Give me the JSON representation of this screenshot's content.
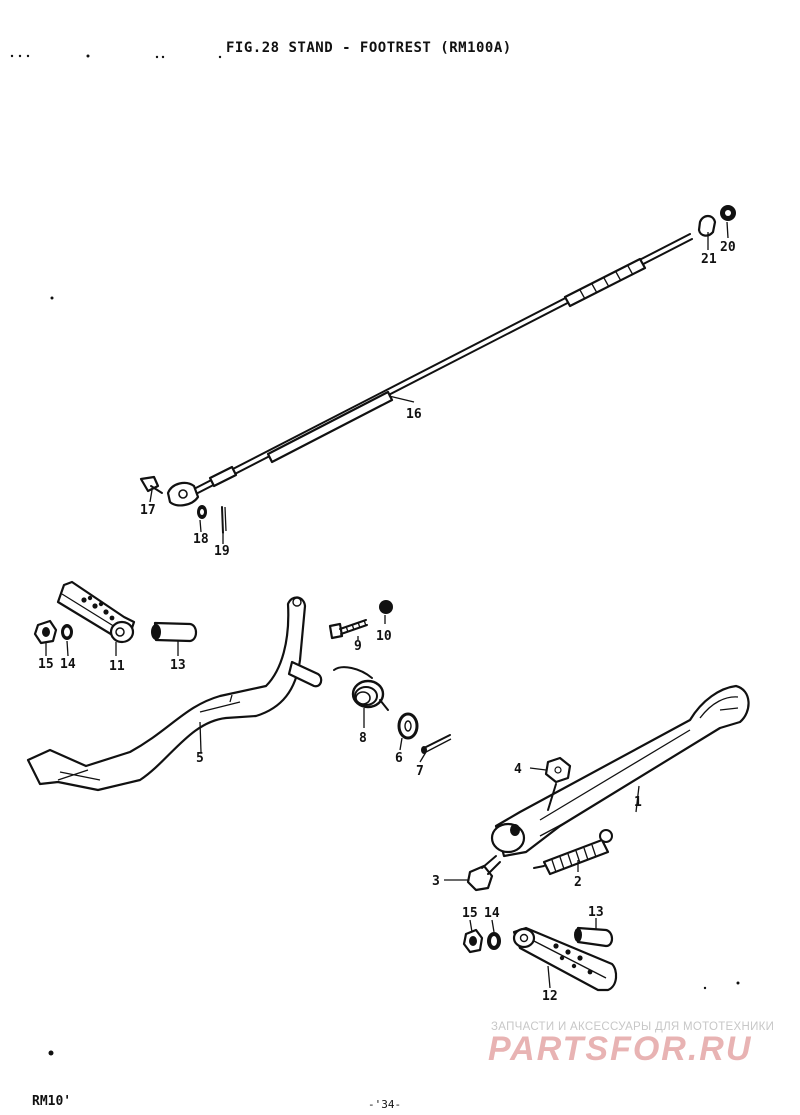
{
  "title": "FIG.28  STAND - FOOTREST (RM100A)",
  "footer": {
    "model": "RM10'",
    "page": "-'34-"
  },
  "watermark": {
    "tagline": "ЗАПЧАСТИ И АКСЕССУАРЫ ДЛЯ МОТОТЕХНИКИ",
    "logo": "PARTSFOR.RU",
    "color": "#e8b3b3"
  },
  "callouts": {
    "c1": "1",
    "c2": "2",
    "c3": "3",
    "c4": "4",
    "c5": "5",
    "c6": "6",
    "c7": "7",
    "c8": "8",
    "c9": "9",
    "c10": "10",
    "c11": "11",
    "c12": "12",
    "c13a": "13",
    "c13b": "13",
    "c14a": "14",
    "c14b": "14",
    "c15a": "15",
    "c15b": "15",
    "c16": "16",
    "c17": "17",
    "c18": "18",
    "c19": "19",
    "c20": "20",
    "c21": "21"
  }
}
